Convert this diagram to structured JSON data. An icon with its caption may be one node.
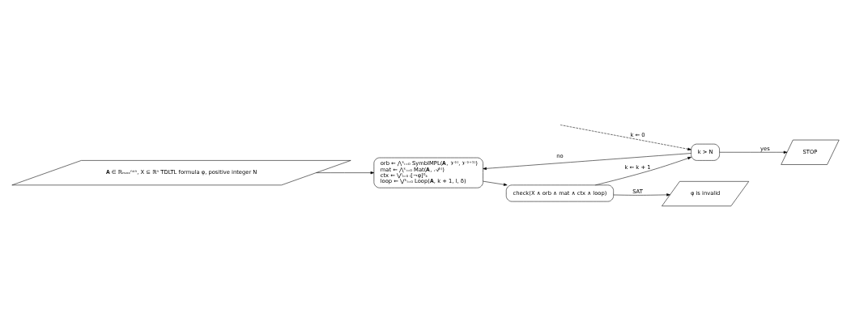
{
  "diagram": {
    "nodes": [
      {
        "text": [
          "𝐀 ∈ ℝₘₐₓⁿˣⁿ, X ⊆ ℝⁿ TDLTL formula φ, positive integer N"
        ]
      },
      {
        "text": [
          "k > N"
        ]
      },
      {
        "text": [
          "orb ← ⋀ᵏᵢ₌₀ SymbIMPL(𝐀, 𝒱⁽ⁱ⁾, 𝒱⁽ⁱ⁺¹⁾)",
          "mat ← ⋀ᵏᵢ₌₀ Mat(𝐀, 𝒜⁽ⁱ⁾)",
          "ctx ← ⋁ˡₗ₌₀ ₗ[¬φ]⁰ₖ",
          "loop ← ⋁ᵏₗ₌₀ Loop(𝐀, k + 1, l, δ)"
        ]
      },
      {
        "text": [
          "check(X ∧ orb ∧ mat ∧ ctx ∧ loop)"
        ]
      },
      {
        "text": [
          "φ is invalid"
        ]
      },
      {
        "text": [
          "STOP"
        ]
      }
    ],
    "edges": [
      {
        "from": null,
        "to": 1,
        "arrow": "to",
        "label": "k ← 0",
        "style": "dashed"
      },
      {
        "from": 0,
        "to": 2,
        "arrow": "to"
      },
      {
        "from": 1,
        "to": 2,
        "arrow": "to",
        "label": "no"
      },
      {
        "from": 1,
        "to": 5,
        "arrow": "to",
        "label": "yes"
      },
      {
        "from": 2,
        "to": 3,
        "arrow": "to"
      },
      {
        "from": 3,
        "to": 4,
        "arrow": "to",
        "label": "SAT"
      },
      {
        "from": 3,
        "to": 1,
        "arrow": "to",
        "label": "k ← k + 1"
      }
    ]
  }
}
